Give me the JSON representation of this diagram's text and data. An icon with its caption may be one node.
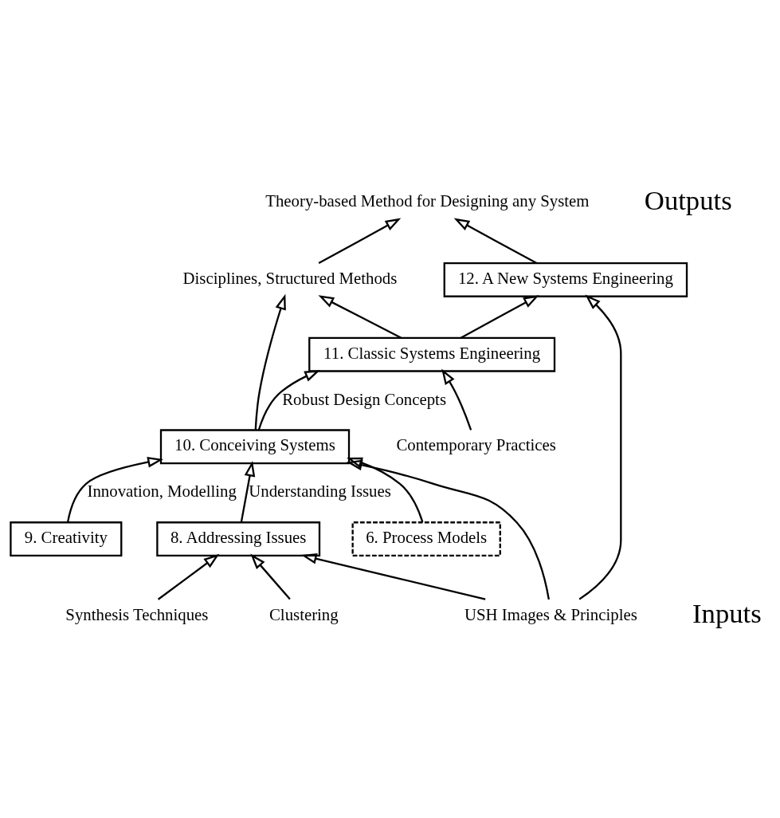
{
  "diagram": {
    "nodes": [
      {
        "text": [
          "Theory-based Method for Designing any System"
        ]
      },
      {
        "text": [
          "Disciplines, Structured Methods"
        ]
      },
      {
        "text": [
          "12. A New Systems Engineering"
        ]
      },
      {
        "text": [
          "11. Classic Systems Engineering"
        ]
      },
      {
        "text": [
          "10. Conceiving Systems"
        ]
      },
      {
        "text": [
          "6. Process Models"
        ]
      },
      {
        "text": [
          "9. Creativity"
        ]
      },
      {
        "text": [
          "8. Addressing Issues"
        ]
      },
      {
        "text": [
          "Contemporary Practices"
        ]
      },
      {
        "text": [
          "Synthesis Techniques"
        ]
      },
      {
        "text": [
          "Clustering"
        ]
      },
      {
        "text": [
          "USH Images & Principles"
        ]
      }
    ],
    "edges": [
      {
        "from": 1,
        "to": 0,
        "arrow": "to"
      },
      {
        "from": 2,
        "to": 0,
        "arrow": "to"
      },
      {
        "from": 3,
        "to": 1,
        "arrow": "to"
      },
      {
        "from": 3,
        "to": 2,
        "arrow": "to"
      },
      {
        "from": 4,
        "to": 1,
        "arrow": "to"
      },
      {
        "from": 4,
        "to": 3,
        "arrow": "to",
        "label": "Robust Design Concepts"
      },
      {
        "from": 6,
        "to": 4,
        "arrow": "to",
        "label": "Innovation, Modelling"
      },
      {
        "from": 7,
        "to": 4,
        "arrow": "to",
        "label": "Understanding Issues"
      },
      {
        "from": 5,
        "to": 4,
        "arrow": "to"
      },
      {
        "from": 11,
        "to": 4,
        "arrow": "to"
      },
      {
        "from": 11,
        "to": 2,
        "arrow": "to"
      },
      {
        "from": 8,
        "to": 3,
        "arrow": "to"
      },
      {
        "from": 9,
        "to": 7,
        "arrow": "to"
      },
      {
        "from": 10,
        "to": 7,
        "arrow": "to"
      },
      {
        "from": 11,
        "to": 7,
        "arrow": "to"
      }
    ],
    "labels": [
      "Outputs",
      "Inputs"
    ]
  }
}
